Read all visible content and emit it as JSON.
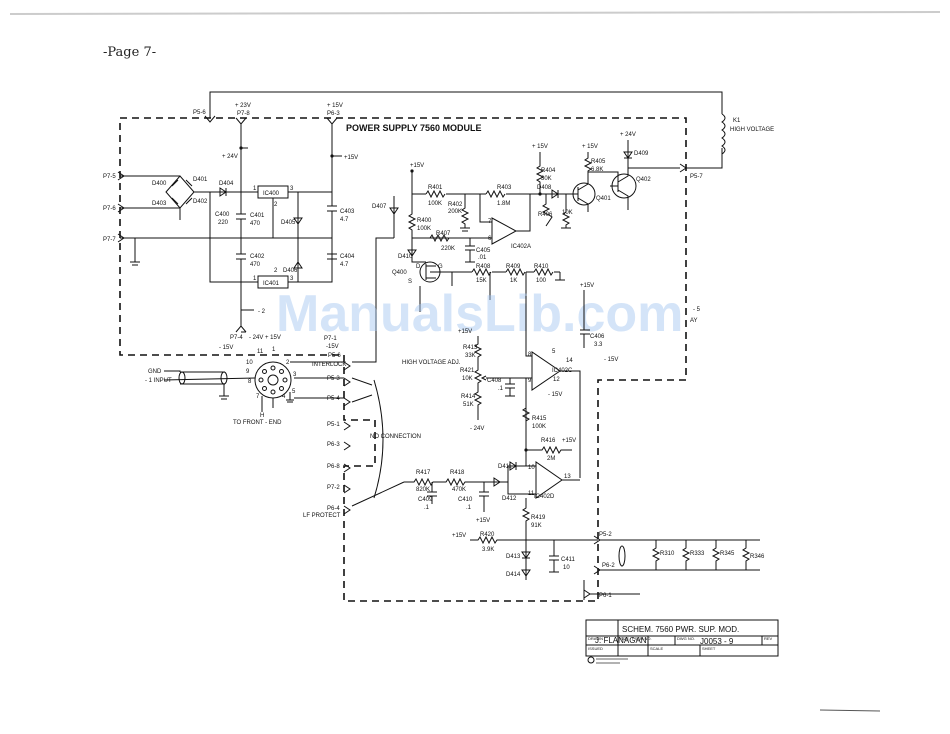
{
  "page_header": "-Page 7-",
  "module_title": "POWER SUPPLY 7560 MODULE",
  "watermark": "ManualsLib.com",
  "connectors": {
    "p5_6_top": "P5-6",
    "p7_8": "P7-8",
    "p6_3": "P6-3",
    "p7_5": "P7-5",
    "p7_6": "P7-6",
    "p7_7": "P7-7",
    "p5_7": "P5-7",
    "p7_4": "P7-4",
    "p7_1": "P7-1",
    "p5_6": "P5-6",
    "p5_3": "P5-3",
    "p5_4": "P5-4",
    "p5_1": "P5-1",
    "p6_3b": "P6-3",
    "p6_8": "P6-8",
    "p7_2": "P7-2",
    "p6_4": "P6-4",
    "p5_2": "P5-2",
    "p6_2": "P6-2",
    "p6_1": "P6-1"
  },
  "supply_labels": {
    "top_23v": "+ 23V",
    "top_15v": "+ 15V",
    "plus24": "+ 24V",
    "plus15": "+15V",
    "plus15_r": "+15V",
    "plus15_q": "+ 15V",
    "plus24_q": "+ 24V",
    "minus24_plus15": "- 24V + 15V",
    "minus15": "- 15V",
    "minus15b": "-15V",
    "minus2": "- 2",
    "minus24": "- 24V",
    "plus15_c": "+15V",
    "minus15_c": "- 15V",
    "plus15_r416": "+15V",
    "plus15_c410": "+15V",
    "plus15_r420": "+15V",
    "minus15_c406": "- 15V",
    "plus15_r413": "+15V"
  },
  "components": {
    "d400": "D400",
    "d401": "D401",
    "d402": "D402",
    "d403": "D403",
    "d404": "D404",
    "d405": "D405",
    "d406": "D406",
    "d407": "D407",
    "d408": "D408",
    "d409": "D409",
    "d410": "D410",
    "d411": "D411",
    "d412": "D412",
    "d413": "D413",
    "d414": "D414",
    "ic400": "IC400",
    "ic401": "IC401",
    "ic402a": "IC402A",
    "ic402c": "IC402C",
    "ic402d": "IC402D",
    "c400": "C400",
    "c400_val": "220",
    "c401": "C401",
    "c401_val": "470",
    "c402": "C402",
    "c402_val": "470",
    "c403": "C403",
    "c403_val": "4.7",
    "c404": "C404",
    "c404_val": "4.7",
    "c405": "C405",
    "c405_val": ".01",
    "c406": "C406",
    "c406_val": "3.3",
    "c408": "C408",
    "c408_val": ".1",
    "c409": "C409",
    "c409_val": ".1",
    "c410": "C410",
    "c410_val": ".1",
    "c411": "C411",
    "c411_val": "10",
    "r400": "R400",
    "r400_val": "100K",
    "r401": "R401",
    "r401_val": "100K",
    "r402": "R402",
    "r402_val": "200K",
    "r403": "R403",
    "r403_val": "1.8M",
    "r404": "R404",
    "r404_val": "30K",
    "r405": "R405",
    "r405_val": "6.8K",
    "r406": "R406",
    "r406_val": "10K",
    "r407": "R407",
    "r407_val": "220K",
    "r408": "R408",
    "r408_val": "15K",
    "r409": "R409",
    "r409_val": "1K",
    "r410": "R410",
    "r410_val": "100",
    "r413": "R413",
    "r413_val": "33K",
    "r421": "R421",
    "r421_val": "10K",
    "r414": "R414",
    "r414_val": "51K",
    "r415": "R415",
    "r415_val": "100K",
    "r416": "R416",
    "r416_val": "2M",
    "r417": "R417",
    "r417_val": "820K",
    "r418": "R418",
    "r418_val": "470K",
    "r419": "R419",
    "r419_val": "91K",
    "r420": "R420",
    "r420_val": "3.9K",
    "r310": "R310",
    "r333": "R333",
    "r345": "R345",
    "r346": "R346",
    "q400": "Q400",
    "q401": "Q401",
    "q402": "Q402",
    "k1": "K1"
  },
  "notes": {
    "high_voltage": "HIGH VOLTAGE",
    "high_voltage_adj": "HIGH VOLTAGE ADJ.",
    "interlock": "INTERLOCK",
    "no_connection": "NO CONNECTION",
    "lf_protect": "LF PROTECT",
    "gnd": "GND",
    "input": "- 1 INPUT",
    "h": "H",
    "to_front_end": "TO FRONT - END",
    "ay": "AY",
    "rgt5": "- 5"
  },
  "pins": {
    "p1": "1",
    "p2": "2",
    "p3": "3",
    "p4": "4",
    "p5": "5",
    "p6": "6",
    "p7": "7",
    "p8": "8",
    "p9": "9",
    "p10": "10",
    "p11": "11",
    "p12": "12",
    "p13": "13",
    "p14": "14",
    "ic400_1": "1",
    "ic400_2": "2",
    "ic400_3": "3",
    "ic401_1": "1",
    "ic401_2": "2",
    "ic401_3": "3",
    "q400_d": "D",
    "q400_g": "G",
    "q400_s": "S"
  },
  "title_block": {
    "title": "SCHEM. 7560 PWR. SUP. MOD.",
    "drawn_label": "DRAWN",
    "drawn": "J. FLANAGAN",
    "size_label": "SIZE",
    "fscm_label": "FSCM NO.",
    "dwg_label": "DWG NO.",
    "dwg_no": "J0053 - 9",
    "rev_label": "REV",
    "issued_label": "ISSUED",
    "scale_label": "SCALE",
    "sheet_label": "SHEET"
  }
}
